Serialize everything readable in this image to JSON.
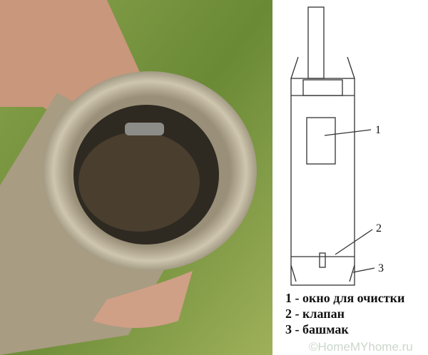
{
  "diagram": {
    "callouts": [
      "1",
      "2",
      "3"
    ]
  },
  "legend": [
    "1 - окно для очистки",
    "2 - клапан",
    "3 - башмак"
  ],
  "watermark": "©HomeMYhome.ru",
  "colors": {
    "grass": "#6f8f3a",
    "pipe": "#b9b09a",
    "skin": "#c99a80"
  }
}
